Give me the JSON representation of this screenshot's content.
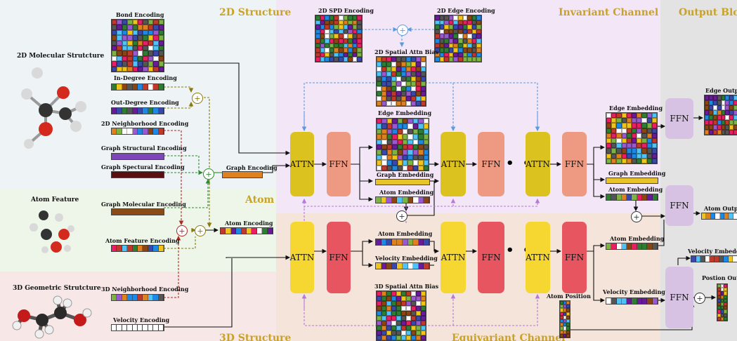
{
  "sections": {
    "structure_2d": "2D Structure",
    "atom": "Atom",
    "structure_3d": "3D Structure",
    "invariant": "Invariant Channel",
    "equivariant": "Equivariant Channel",
    "output": "Output Block"
  },
  "inputs": {
    "mol2d_title": "2D Molecular Strutcture",
    "atom_feature_title": "Atom Feature",
    "geo3d_title": "3D Geometric Strutcture"
  },
  "encodings": {
    "bond": "Bond Encoding",
    "in_degree": "In-Degree Encoding",
    "out_degree": "Out-Degree Encoding",
    "neighborhood_2d": "2D Neighborhood Encoding",
    "graph_structural": "Graph Structural Encoding",
    "graph_spectral": "Graph Spectural Encoding",
    "graph_molecular": "Graph Molecular Encoding",
    "atom_feature": "Atom Feature Encoding",
    "neighborhood_3d": "3D Neighborhood Encoding",
    "velocity": "Velocity Encoding",
    "graph": "Graph Encoding",
    "atom": "Atom Encoding",
    "spd_2d": "2D SPD Encoding",
    "edge_2d": "2D Edge Encoding",
    "spatial_bias_2d": "2D Spatial Attn Bias",
    "spatial_bias_3d": "3D Spatial Attn Bias"
  },
  "embeddings": {
    "edge": "Edge Embedding",
    "graph": "Graph Embedding",
    "atom": "Atom Embedding",
    "velocity": "Velocity Embedding",
    "atom_position": "Atom Position"
  },
  "outputs": {
    "edge": "Edge Output",
    "atom": "Atom Output",
    "velocity_embedding": "Velocity Embedding",
    "position": "Postion Output"
  },
  "blocks": {
    "attn": "ATTN",
    "ffn": "FFN",
    "ellipsis": "• • •",
    "plus": "+"
  },
  "colors": {
    "region_2d": "#eef3f6",
    "region_atom": "#edf6e8",
    "region_3d": "#f8e7e7",
    "region_invariant": "#f3e6f6",
    "region_equivariant": "#f5e4da",
    "region_output": "#e3e3e3",
    "header_gold": "#c9a227",
    "attn_invariant": "#dcc21f",
    "attn_equivariant": "#f6d630",
    "ffn_invariant": "#ee9a82",
    "ffn_equivariant": "#e65560",
    "ffn_output": "#d8c2e3",
    "arrow_blue": "#5b9be0",
    "arrow_purple": "#b57ad8",
    "arrow_green": "#2f8a2f",
    "arrow_red": "#b3261e",
    "arrow_olive": "#8a7a10"
  }
}
